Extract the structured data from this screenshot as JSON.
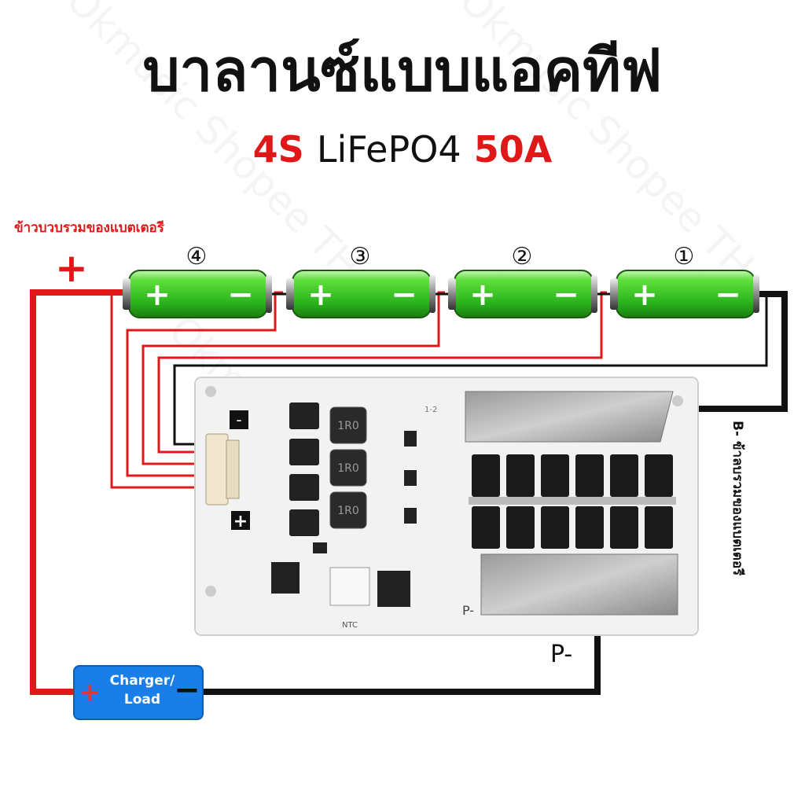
{
  "title": "บาลานซ์แบบแอคทีฟ",
  "subtitle": {
    "cells": "4S",
    "chemistry": "LiFePO4",
    "current": "50A"
  },
  "labels": {
    "battery_total": "ข้าวบวบรวมของแบตเตอรี",
    "plus_sign": "+",
    "b_minus": "B- ข้าลบรวมของแบตเตอรี",
    "p_minus_board": "P-",
    "p_minus": "P-",
    "ntc": "NTC",
    "board_minus": "-",
    "board_plus": "+",
    "connector_pins": "1-2",
    "inductor_marking": "1R0"
  },
  "cells": [
    {
      "number": "④",
      "plus": "+",
      "minus": "−"
    },
    {
      "number": "③",
      "plus": "+",
      "minus": "−"
    },
    {
      "number": "②",
      "plus": "+",
      "minus": "−"
    },
    {
      "number": "①",
      "plus": "+",
      "minus": "−"
    }
  ],
  "charger": {
    "label_line1": "Charger/",
    "label_line2": "Load",
    "plus": "+",
    "minus": "−"
  },
  "watermark": "Okmusic Shopee TH",
  "colors": {
    "wire_red": "#e01818",
    "wire_black": "#111111",
    "cell_green": "#3ecf2a",
    "board": "#f2f2f2",
    "charger_blue": "#1a7ee8"
  }
}
